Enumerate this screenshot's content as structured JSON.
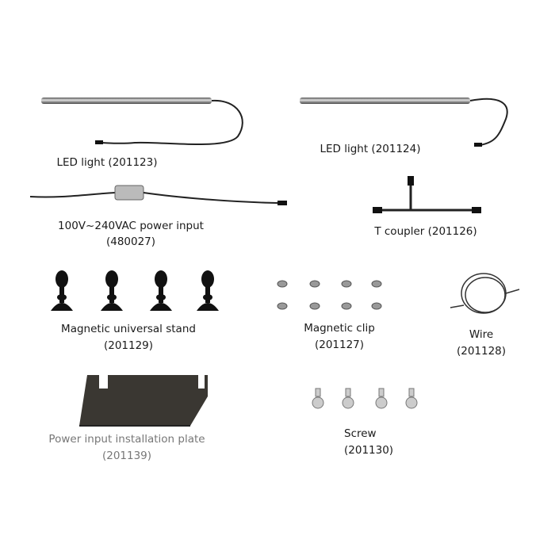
{
  "parts": [
    {
      "name": "LED light",
      "code": "(201123)",
      "label": "LED light (201123)"
    },
    {
      "name": "LED light",
      "code": "(201124)",
      "label": "LED light (201124)"
    },
    {
      "name": "100V~240VAC power input",
      "code": "(480027)"
    },
    {
      "name": "T coupler",
      "code": "(201126)",
      "label": "T coupler (201126)"
    },
    {
      "name": "Magnetic universal stand",
      "code": "(201129)"
    },
    {
      "name": "Magnetic clip",
      "code": "(201127)"
    },
    {
      "name": "Wire",
      "code": "(201128)"
    },
    {
      "name": "Power input installation plate",
      "code": "(201139)"
    },
    {
      "name": "Screw",
      "code": "(201130)"
    }
  ],
  "colors": {
    "text": "#1a1a1a",
    "muted_text": "#777777"
  }
}
